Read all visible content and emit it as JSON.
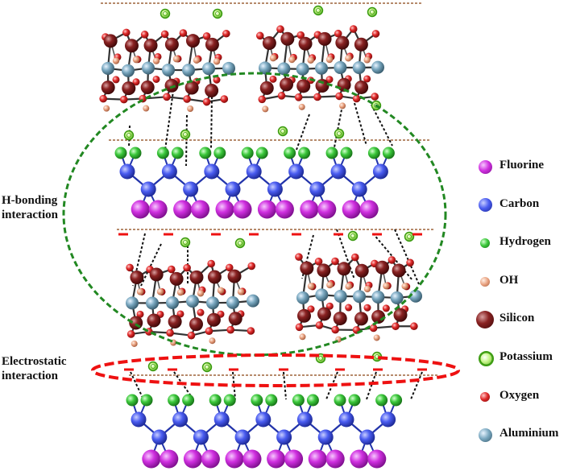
{
  "labels": {
    "hbond": [
      "H-bonding",
      "interaction"
    ],
    "electro": [
      "Electrostatic",
      "interaction"
    ]
  },
  "legend": [
    {
      "name": "Fluorine",
      "color": "#cc22dd",
      "size": "medium"
    },
    {
      "name": "Carbon",
      "color": "#4455ee",
      "size": "medium"
    },
    {
      "name": "Hydrogen",
      "color": "#33bb33",
      "size": "small"
    },
    {
      "name": "OH",
      "color": "#e8a080",
      "size": "small"
    },
    {
      "name": "Silicon",
      "color": "#7a1a1a",
      "size": "large"
    },
    {
      "name": "Potassium",
      "color": "#77dd33",
      "size": "medium",
      "ring": true
    },
    {
      "name": "Oxygen",
      "color": "#dd2222",
      "size": "small"
    },
    {
      "name": "Aluminium",
      "color": "#6a9ab0",
      "size": "medium"
    }
  ],
  "colors": {
    "fluorine": "#cc22dd",
    "carbon": "#4455ee",
    "hydrogen": "#33bb33",
    "oh": "#e8a080",
    "silicon": "#7a1a1a",
    "potassium": "#77dd33",
    "oxygen": "#dd2222",
    "aluminium": "#6a9ab0",
    "hbond_ellipse": "#228822",
    "electro_ellipse": "#ee1111",
    "layer_line": "#8b4513",
    "charge": "#ee1111"
  }
}
